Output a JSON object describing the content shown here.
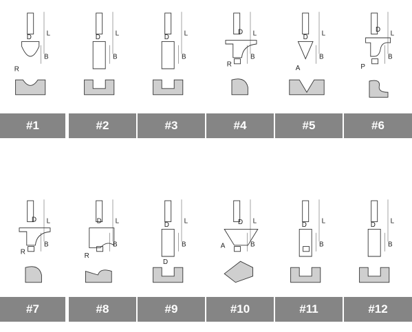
{
  "colors": {
    "label_bar": "#858585",
    "label_text": "#ffffff",
    "line": "#333333"
  },
  "bits": [
    {
      "number": "#1",
      "profile": "core-box",
      "dims": [
        "D",
        "L",
        "B",
        "R"
      ]
    },
    {
      "number": "#2",
      "profile": "straight",
      "dims": [
        "D",
        "L",
        "B"
      ]
    },
    {
      "number": "#3",
      "profile": "straight",
      "dims": [
        "D",
        "L",
        "B"
      ]
    },
    {
      "number": "#4",
      "profile": "round-over",
      "dims": [
        "D",
        "L",
        "B",
        "R"
      ]
    },
    {
      "number": "#5",
      "profile": "v-groove",
      "dims": [
        "D",
        "L",
        "B",
        "A"
      ]
    },
    {
      "number": "#6",
      "profile": "ogee",
      "dims": [
        "D",
        "L",
        "B",
        "P"
      ]
    },
    {
      "number": "#7",
      "profile": "round-over",
      "dims": [
        "D",
        "L",
        "B",
        "R"
      ]
    },
    {
      "number": "#8",
      "profile": "cove",
      "dims": [
        "D",
        "L",
        "B",
        "R"
      ]
    },
    {
      "number": "#9",
      "profile": "spiral-straight",
      "dims": [
        "L",
        "B",
        "D"
      ]
    },
    {
      "number": "#10",
      "profile": "chamfer",
      "dims": [
        "D",
        "L",
        "B",
        "A"
      ]
    },
    {
      "number": "#11",
      "profile": "flush-trim",
      "dims": [
        "D",
        "L",
        "B"
      ]
    },
    {
      "number": "#12",
      "profile": "straight",
      "dims": [
        "D",
        "L",
        "B"
      ]
    }
  ]
}
